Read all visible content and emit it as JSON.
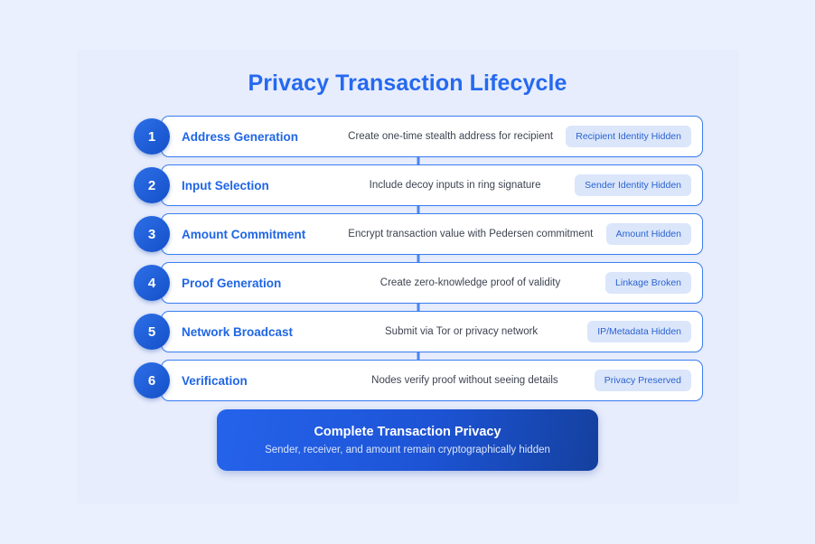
{
  "page": {
    "title": "Privacy Transaction Lifecycle",
    "background_color": "#eaf0fd",
    "accent_color": "#2569f0"
  },
  "steps": [
    {
      "number": "1",
      "title": "Address Generation",
      "description": "Create one-time stealth address for recipient",
      "pill": "Recipient Identity Hidden"
    },
    {
      "number": "2",
      "title": "Input Selection",
      "description": "Include decoy inputs in ring signature",
      "pill": "Sender Identity Hidden"
    },
    {
      "number": "3",
      "title": "Amount Commitment",
      "description": "Encrypt transaction value with Pedersen commitment",
      "pill": "Amount Hidden"
    },
    {
      "number": "4",
      "title": "Proof Generation",
      "description": "Create zero-knowledge proof of validity",
      "pill": "Linkage Broken"
    },
    {
      "number": "5",
      "title": "Network Broadcast",
      "description": "Submit via Tor or privacy network",
      "pill": "IP/Metadata Hidden"
    },
    {
      "number": "6",
      "title": "Verification",
      "description": "Nodes verify proof without seeing details",
      "pill": "Privacy Preserved"
    }
  ],
  "summary": {
    "title": "Complete Transaction Privacy",
    "subtitle": "Sender, receiver, and amount remain cryptographically hidden",
    "gradient_from": "#2563eb",
    "gradient_to": "#14409e"
  }
}
